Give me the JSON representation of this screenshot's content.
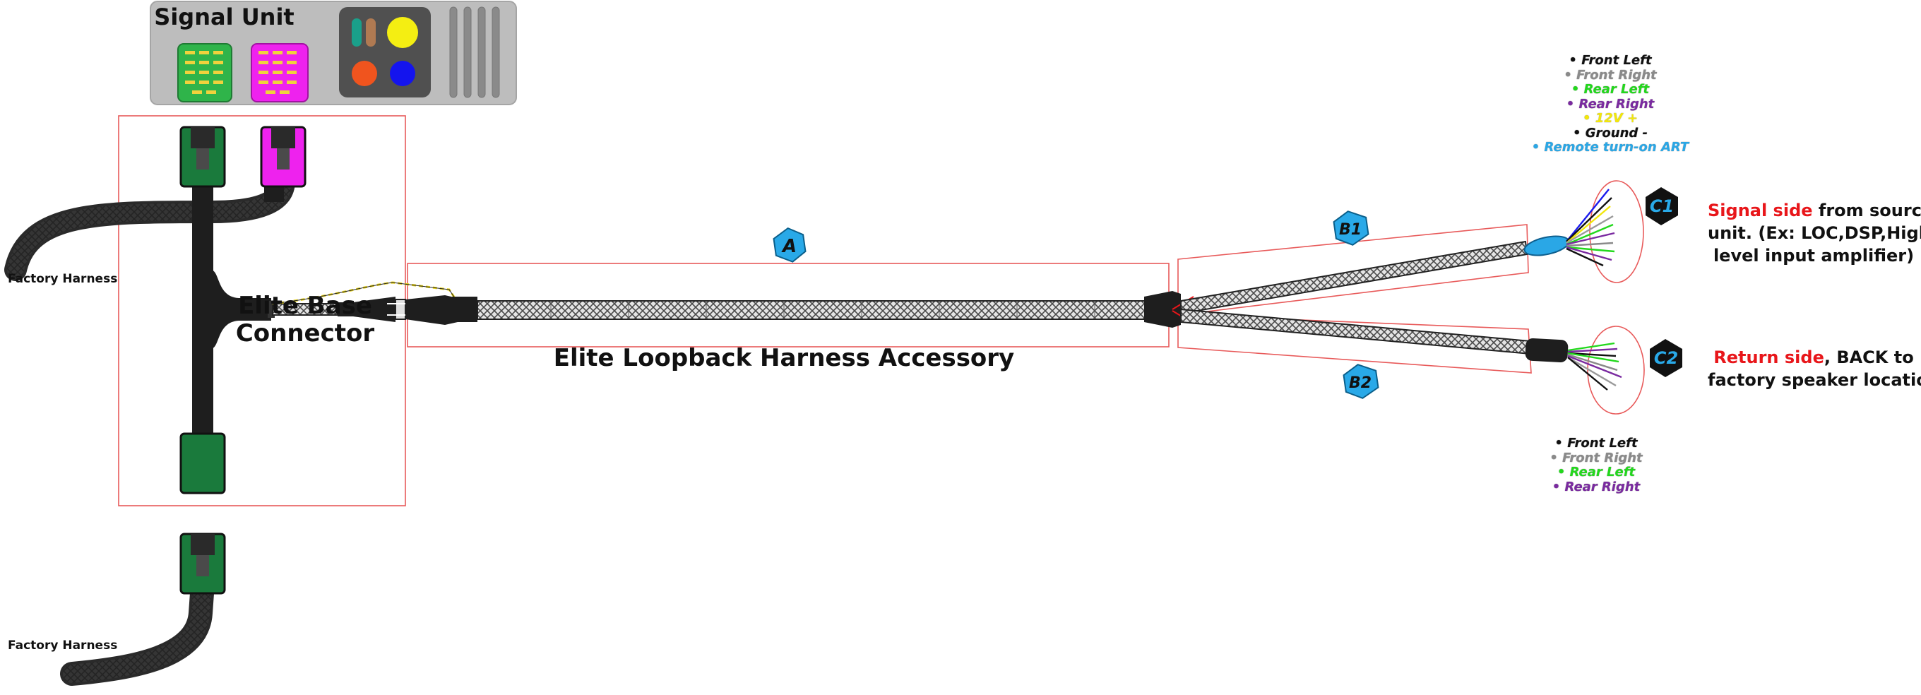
{
  "signal_unit": {
    "title": "Signal Unit"
  },
  "factory_harness": {
    "top": "Factory Harness",
    "bottom": "Factory Harness"
  },
  "base_connector": {
    "line1": "Elite Base",
    "line2": "Connector"
  },
  "accessory": {
    "label": "Elite Loopback Harness Accessory"
  },
  "badges": {
    "a": "A",
    "b1": "B1",
    "b2": "B2",
    "c1": "C1",
    "c2": "C2"
  },
  "signal_note": {
    "highlight": "Signal side",
    "line1_rest": " from source",
    "line2": "unit. (Ex: LOC,DSP,High",
    "line3": "level input amplifier)"
  },
  "return_note": {
    "highlight": "Return side",
    "line1_rest": ", BACK to",
    "line2": "factory speaker location"
  },
  "legend_top": [
    {
      "label": "• Front Left",
      "color": "#111111"
    },
    {
      "label": "• Front Right",
      "color": "#8a8a8a"
    },
    {
      "label": "• Rear Left",
      "color": "#22d81c"
    },
    {
      "label": "• Rear Right",
      "color": "#7a2aa0"
    },
    {
      "label": "• 12V +",
      "color": "#f2e70a"
    },
    {
      "label": "• Ground -",
      "color": "#111111"
    },
    {
      "label": "• Remote turn-on ART",
      "color": "#2aa7e6"
    }
  ],
  "legend_bottom": [
    {
      "label": "• Front Left",
      "color": "#111111"
    },
    {
      "label": "• Front Right",
      "color": "#8a8a8a"
    },
    {
      "label": "• Rear Left",
      "color": "#22d81c"
    },
    {
      "label": "• Rear Right",
      "color": "#7a2aa0"
    }
  ],
  "colors": {
    "green_connector": "#1a7a3c",
    "magenta_connector": "#ee22ee",
    "box_outline": "#e85a5a",
    "badge_blue": "#29a9e8",
    "badge_black": "#111111",
    "highlight_red": "#e8161a"
  }
}
